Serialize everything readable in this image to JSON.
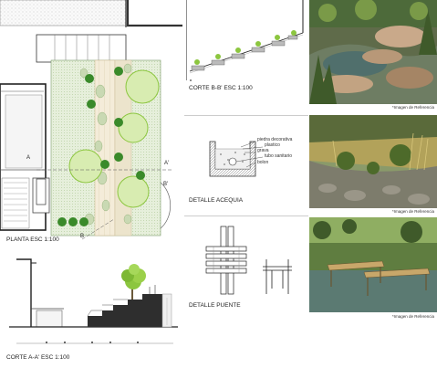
{
  "labels": {
    "planta": "PLANTA ESC 1:100",
    "corte_aa": "CORTE A-A' ESC 1:100",
    "corte_bb": "CORTE B-B' ESC 1:100",
    "detalle_acequia": "DETALLE ACEQUIA",
    "detalle_puente": "DETALLE PUENTE"
  },
  "plan_markers": {
    "a_left": "A",
    "a_right": "A'",
    "b_left": "B",
    "b_right": "B'"
  },
  "acequia_callouts": {
    "c1": "piedra decorativa",
    "c2": "plastico",
    "c3": "grava",
    "c4": "tubo sanitario",
    "c5": "bolon"
  },
  "reference_caption": "*Imagen de Referencia",
  "colors": {
    "grass": "#e3edd6",
    "path": "#f1ead9",
    "tree": "#8cc63f",
    "tree_dark": "#3a8a2a",
    "water": "#6b8f8a"
  }
}
